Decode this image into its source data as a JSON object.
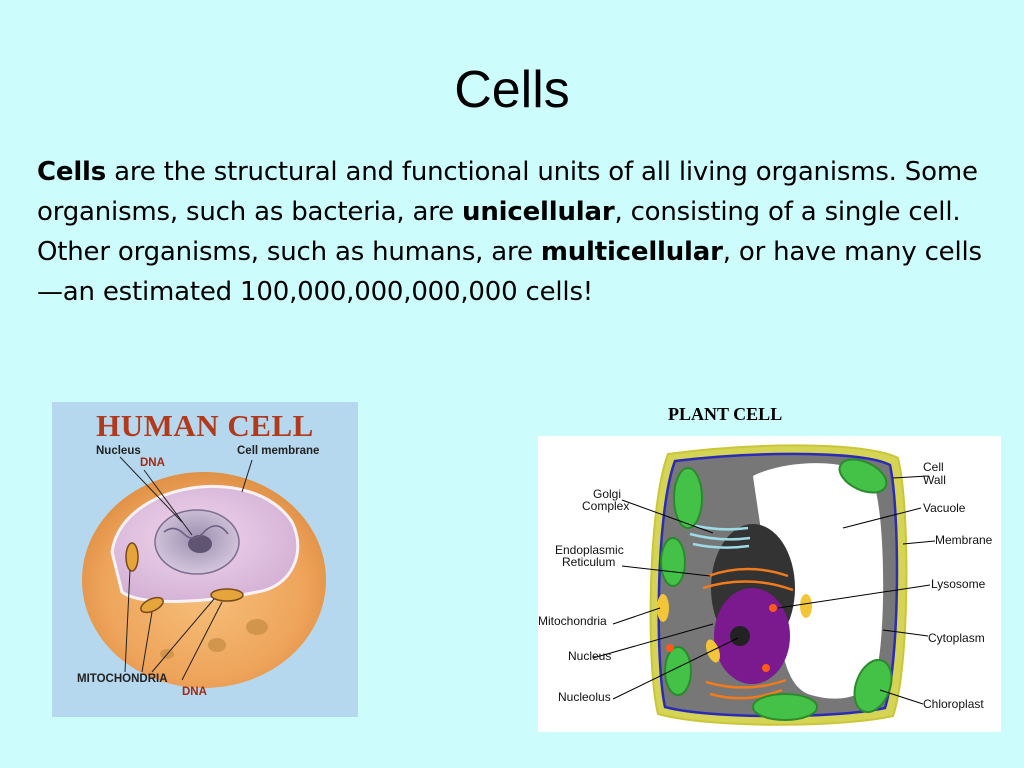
{
  "slide": {
    "title": "Cells",
    "paragraph": {
      "term_cells": "Cells",
      "text1": " are the structural and functional units of all living organisms. Some organisms, such as bacteria, are ",
      "term_unicellular": "unicellular",
      "text2": ", consisting of a single cell. Other organisms, such as humans, are ",
      "term_multicellular": "multicellular",
      "text3": ", or have many cells—an estimated 100,000,000,000,000 cells!"
    }
  },
  "human_cell": {
    "title": "HUMAN CELL",
    "labels": {
      "nucleus": "Nucleus",
      "dna_top": "DNA",
      "cell_membrane": "Cell membrane",
      "mitochondria": "MITOCHONDRIA",
      "dna_bottom": "DNA"
    }
  },
  "plant_cell": {
    "heading": "PLANT CELL",
    "labels": {
      "golgi_1": "Golgi",
      "golgi_2": "Complex",
      "er_1": "Endoplasmic",
      "er_2": "Reticulum",
      "mitochondria": "Mitochondria",
      "nucleus": "Nucleus",
      "nucleolus": "Nucleolus",
      "cell_wall_1": "Cell",
      "cell_wall_2": "Wall",
      "vacuole": "Vacuole",
      "membrane": "Membrane",
      "lysosome": "Lysosome",
      "cytoplasm": "Cytoplasm",
      "chloroplast": "Chloroplast"
    }
  }
}
